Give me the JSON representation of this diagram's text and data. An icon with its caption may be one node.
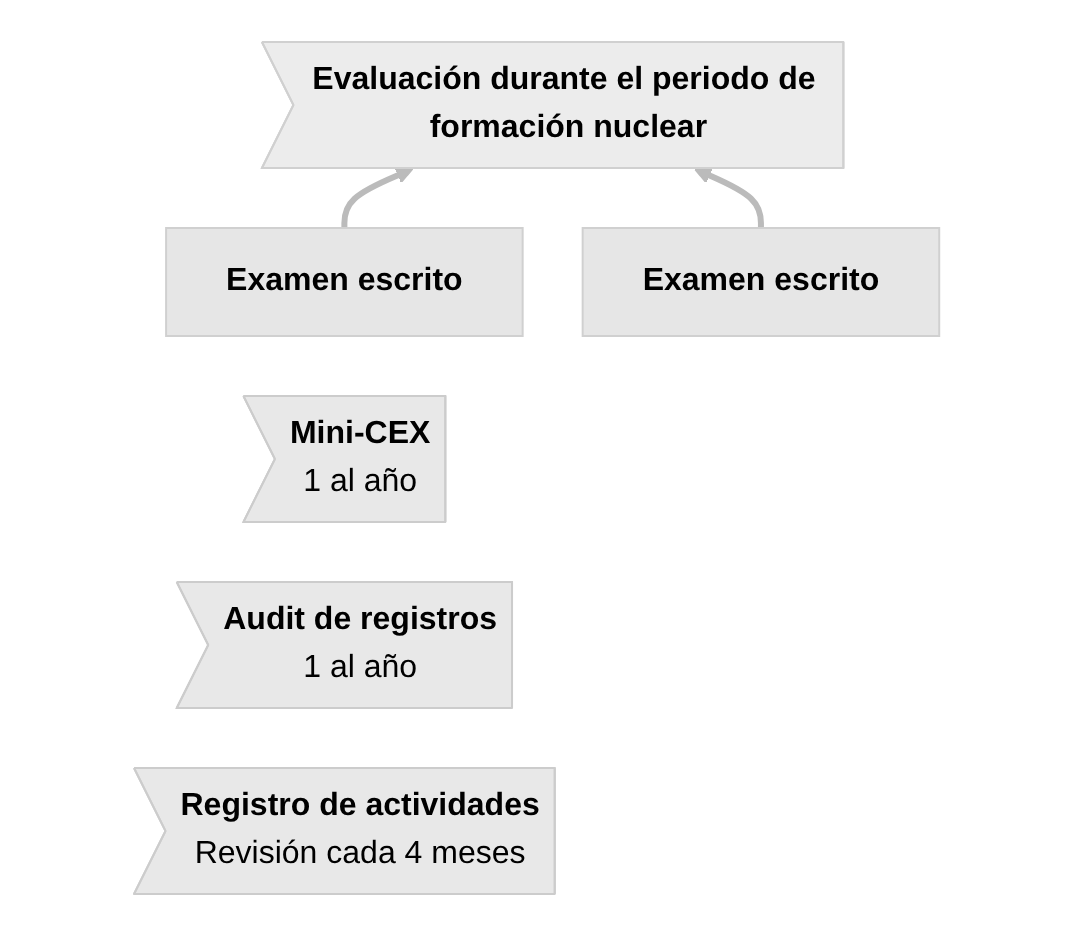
{
  "diagram": {
    "nodes": [
      {
        "text": [
          "Evaluación durante el periodo de formación nuclear"
        ]
      },
      {
        "text": [
          "Examen escrito"
        ]
      },
      {
        "text": [
          "Examen escrito"
        ]
      },
      {
        "text": [
          "Mini-CEX",
          "1 al año"
        ]
      },
      {
        "text": [
          "Audit de registros",
          "1 al año"
        ]
      },
      {
        "text": [
          "Registro de actividades",
          "Revisión cada 4 meses"
        ]
      }
    ],
    "edges": [
      {
        "from": 1,
        "to": 0,
        "arrow": "to"
      },
      {
        "from": 2,
        "to": 0,
        "arrow": "to"
      }
    ]
  }
}
